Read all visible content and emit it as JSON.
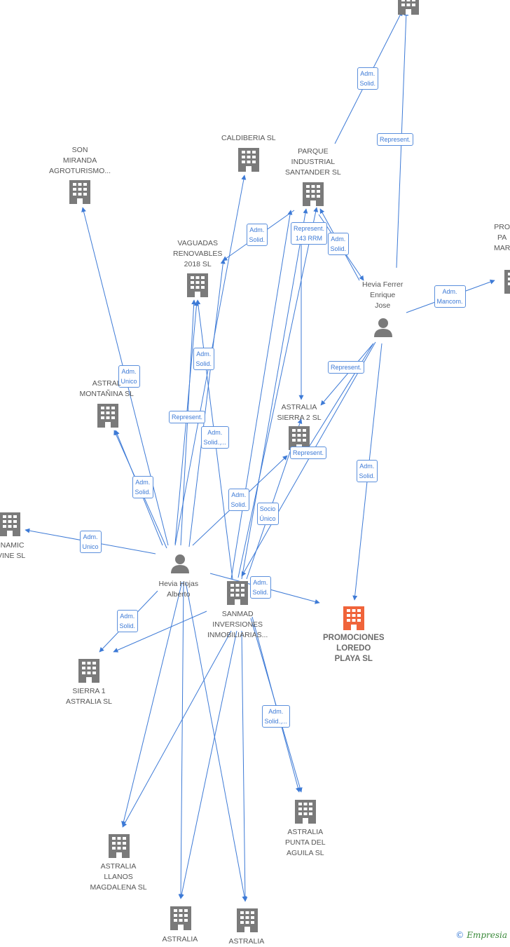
{
  "nodes": [
    {
      "id": "top",
      "kind": "company",
      "label_lines": []
    },
    {
      "id": "son",
      "kind": "company",
      "label_lines": [
        "SON",
        "MIRANDA",
        "AGROTURISMO..."
      ]
    },
    {
      "id": "caldiberia",
      "kind": "company",
      "label_lines": [
        "CALDIBERIA SL"
      ]
    },
    {
      "id": "parque",
      "kind": "company",
      "label_lines": [
        "PARQUE",
        "INDUSTRIAL",
        "SANTANDER SL"
      ]
    },
    {
      "id": "pro",
      "kind": "company",
      "label_lines": [
        "PRO",
        "PA",
        "MAR"
      ]
    },
    {
      "id": "vaguadas",
      "kind": "company",
      "label_lines": [
        "VAGUADAS",
        "RENOVABLES",
        "2018  SL"
      ]
    },
    {
      "id": "montanina",
      "kind": "company",
      "label_lines": [
        "ASTRAL",
        "MONTAÑINA  SL"
      ]
    },
    {
      "id": "sierra2",
      "kind": "company",
      "label_lines": [
        "ASTRALIA",
        "SIERRA 2  SL"
      ]
    },
    {
      "id": "dinamic",
      "kind": "company",
      "label_lines": [
        "INAMIC",
        "VINE SL"
      ]
    },
    {
      "id": "sanmad",
      "kind": "company",
      "label_lines": [
        "SANMAD",
        "INVERSIONES",
        "INMOBILIARIAS..."
      ]
    },
    {
      "id": "promociones",
      "kind": "company",
      "main": true,
      "label_lines": [
        "PROMOCIONES",
        "LOREDO",
        "PLAYA  SL"
      ]
    },
    {
      "id": "sierra1",
      "kind": "company",
      "label_lines": [
        "SIERRA 1",
        "ASTRALIA  SL"
      ]
    },
    {
      "id": "llanos",
      "kind": "company",
      "label_lines": [
        "ASTRALIA",
        "LLANOS",
        "MAGDALENA  SL"
      ]
    },
    {
      "id": "punta",
      "kind": "company",
      "label_lines": [
        "ASTRALIA",
        "PUNTA DEL",
        "AGUILA  SL"
      ]
    },
    {
      "id": "astb1",
      "kind": "company",
      "label_lines": [
        "ASTRALIA"
      ]
    },
    {
      "id": "astb2",
      "kind": "company",
      "label_lines": [
        "ASTRALIA"
      ]
    },
    {
      "id": "hevia_ferrer",
      "kind": "person",
      "label_lines": [
        "Hevia Ferrer",
        "Enrique",
        "Jose"
      ]
    },
    {
      "id": "hevia_hojas",
      "kind": "person",
      "label_lines": [
        "Hevia Hojas",
        "Alberto"
      ]
    }
  ],
  "edges": [
    {
      "from": "hevia_ferrer",
      "to": "top",
      "label": [
        "Adm.",
        "Solid."
      ]
    },
    {
      "from": "hevia_ferrer",
      "to": "top",
      "label": [
        "Represent."
      ]
    },
    {
      "from": "hevia_ferrer",
      "to": "parque",
      "label": [
        "Adm.",
        "Solid."
      ]
    },
    {
      "from": "hevia_ferrer",
      "to": "pro",
      "label": [
        "Adm.",
        "Mancom."
      ]
    },
    {
      "from": "hevia_ferrer",
      "to": "sierra2",
      "label": [
        "Represent."
      ]
    },
    {
      "from": "hevia_ferrer",
      "to": "promociones",
      "label": [
        "Adm.",
        "Solid."
      ]
    },
    {
      "from": "hevia_ferrer",
      "to": "sierra2",
      "label": [
        "Represent."
      ]
    },
    {
      "from": "hevia_hojas",
      "to": "son",
      "label": [
        "Adm.",
        "Unico"
      ]
    },
    {
      "from": "hevia_hojas",
      "to": "caldiberia",
      "label": [
        "Adm.",
        "Solid."
      ]
    },
    {
      "from": "hevia_hojas",
      "to": "vaguadas",
      "label": [
        "Represent."
      ]
    },
    {
      "from": "hevia_hojas",
      "to": "montanina",
      "label": [
        "Adm.",
        "Solid."
      ]
    },
    {
      "from": "hevia_hojas",
      "to": "dinamic",
      "label": [
        "Adm.",
        "Unico"
      ]
    },
    {
      "from": "hevia_hojas",
      "to": "sierra2",
      "label": [
        "Adm.",
        "Solid."
      ]
    },
    {
      "from": "hevia_hojas",
      "to": "sierra1",
      "label": [
        "Adm.",
        "Solid."
      ]
    },
    {
      "from": "hevia_hojas",
      "to": "promociones",
      "label": [
        "Adm.",
        "Solid."
      ]
    },
    {
      "from": "sanmad",
      "to": "vaguadas",
      "label": [
        "Adm.",
        "Solid.,..."
      ]
    },
    {
      "from": "sanmad",
      "to": "caldiberia",
      "label": [
        "Adm.",
        "Solid."
      ]
    },
    {
      "from": "sanmad",
      "to": "parque",
      "label": [
        "Represent.",
        "143 RRM"
      ]
    },
    {
      "from": "sanmad",
      "to": "sierra2",
      "label": [
        "Socio",
        "Único"
      ]
    },
    {
      "from": "sanmad",
      "to": "punta",
      "label": [
        "Adm.",
        "Solid.,..."
      ]
    }
  ],
  "brand": {
    "symbol": "©",
    "name": "Empresia"
  }
}
